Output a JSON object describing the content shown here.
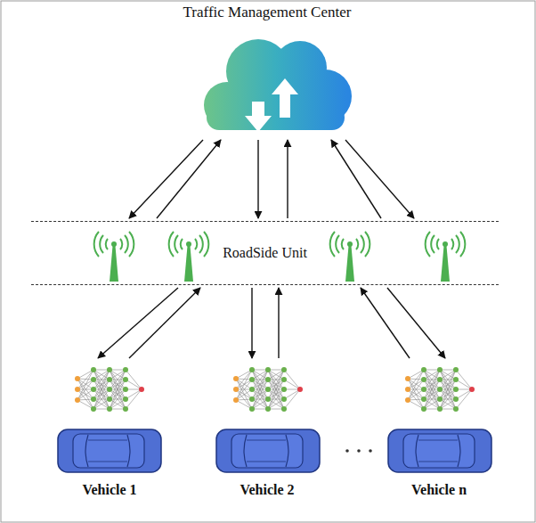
{
  "diagram": {
    "nodes": [
      {
        "text": [
          "Traffic Management Center"
        ]
      },
      {
        "text": [
          "RoadSide Unit"
        ]
      },
      {
        "text": [
          "Vehicle 1"
        ]
      },
      {
        "text": [
          "Vehicle 2"
        ]
      },
      {
        "text": [
          "Vehicle n"
        ]
      }
    ],
    "edges": [
      {
        "from": 0,
        "to": 1,
        "arrow": "to"
      },
      {
        "from": 1,
        "to": 0,
        "arrow": "to"
      },
      {
        "from": 0,
        "to": 1,
        "arrow": "to"
      },
      {
        "from": 1,
        "to": 0,
        "arrow": "to"
      },
      {
        "from": 1,
        "to": 0,
        "arrow": "to"
      },
      {
        "from": 0,
        "to": 1,
        "arrow": "to"
      },
      {
        "from": 1,
        "to": 2,
        "arrow": "to"
      },
      {
        "from": 2,
        "to": 1,
        "arrow": "to"
      },
      {
        "from": 1,
        "to": 3,
        "arrow": "to"
      },
      {
        "from": 3,
        "to": 1,
        "arrow": "to"
      },
      {
        "from": 4,
        "to": 1,
        "arrow": "to"
      },
      {
        "from": 1,
        "to": 4,
        "arrow": "to"
      }
    ]
  }
}
